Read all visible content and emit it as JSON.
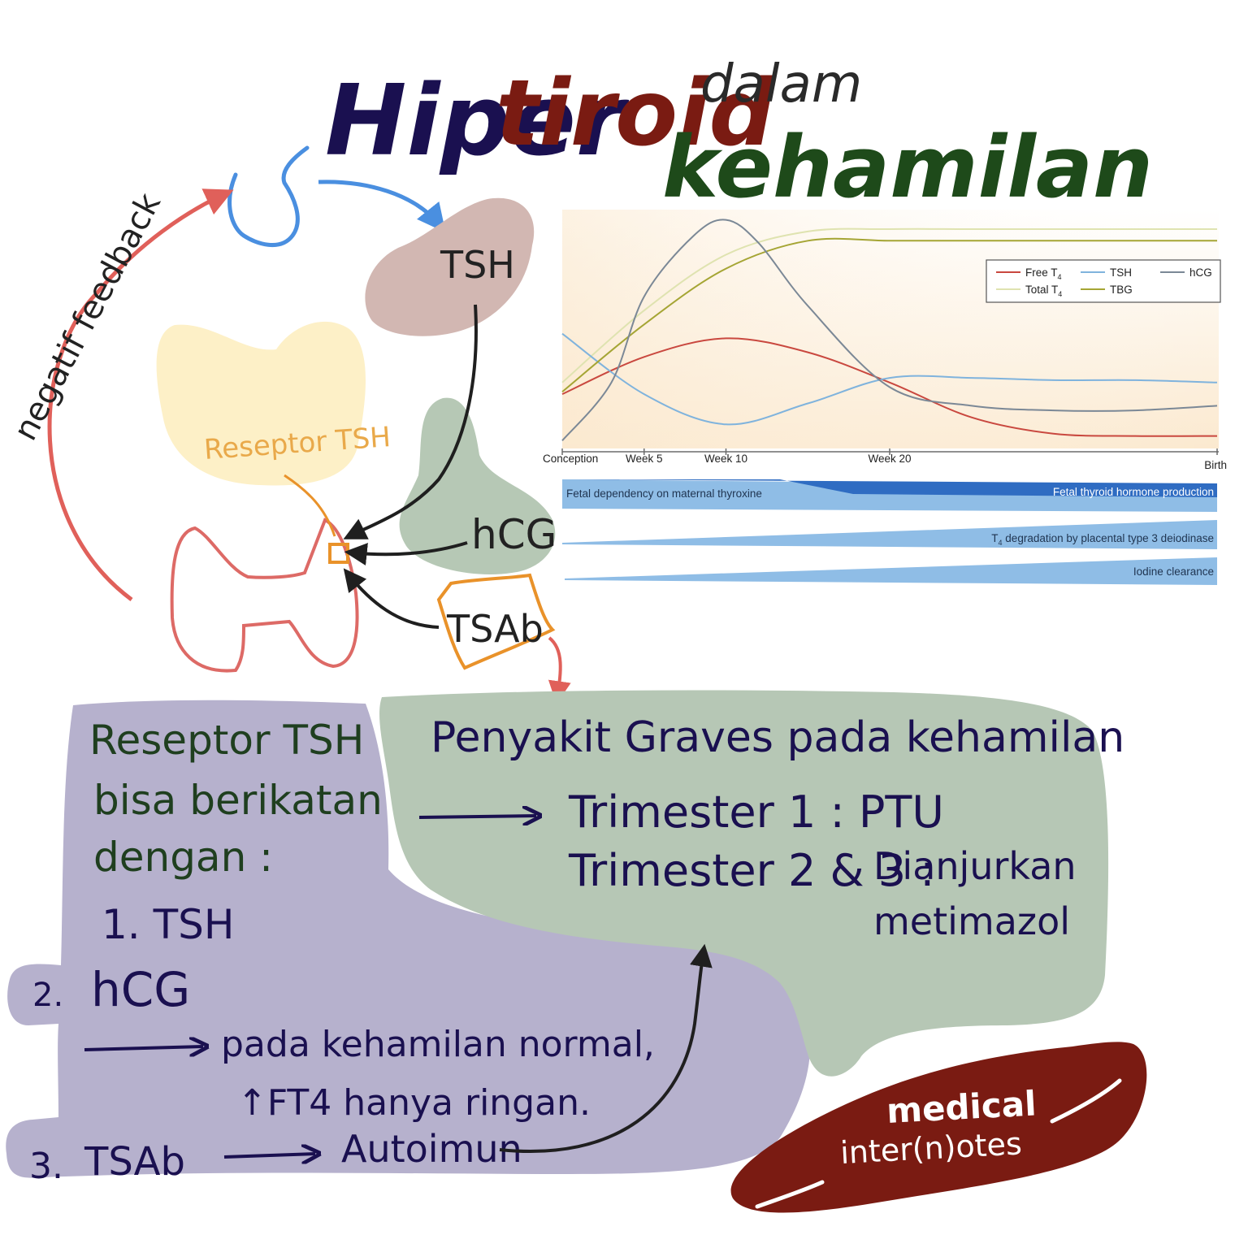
{
  "title": {
    "part1": "Hiper",
    "part2": "tiroid",
    "part3": "dalam",
    "part4": "kehamilan"
  },
  "colors": {
    "navy": "#1a1050",
    "maroon": "#7a1b12",
    "green_title": "#1e4a1a",
    "tsh_blob": "#d2b7b2",
    "hcg_blob": "#b6c8b5",
    "yellow_blob": "#fdf0c7",
    "purple_box": "#b6b1cd",
    "green_box": "#b6c7b5",
    "brand_red": "#7a1b12",
    "feedback_red": "#e0605a",
    "blue_arrow": "#4a8fe0",
    "orange": "#e9922a"
  },
  "diagram": {
    "feedback_label": "negatif feedback",
    "tsh_label": "TSH",
    "receptor_label": "Reseptor TSH",
    "hcg_label": "hCG",
    "tsab_label": "TSAb"
  },
  "left_note": {
    "line1": "Reseptor TSH",
    "line2": "bisa berikatan",
    "line3": "dengan :",
    "item1": "1. TSH",
    "item2_num": "2.",
    "item2": "hCG",
    "item2_note1": "pada kehamilan normal,",
    "item2_note2": "↑FT4  hanya ringan.",
    "item3_num": "3.",
    "item3": "TSAb",
    "item3_note": "Autoimun"
  },
  "right_note": {
    "heading": "Penyakit Graves pada kehamilan",
    "line1": "Trimester 1 : PTU",
    "line2": "Trimester 2 & 3 :",
    "line2b": "Dianjurkan",
    "line3": "metimazol"
  },
  "brand": {
    "line1": "medical",
    "line2": "inter(n)otes"
  },
  "chart_data": {
    "type": "line",
    "title": "",
    "xlabel": "",
    "ylabel": "",
    "x_ticks": [
      "Conception",
      "Week 5",
      "Week 10",
      "Week 20",
      "Birth"
    ],
    "x_tick_weeks": [
      0,
      5,
      10,
      20,
      40
    ],
    "xlim": [
      0,
      40
    ],
    "ylim": [
      0,
      1
    ],
    "grid": false,
    "legend_position": "top-right",
    "series": [
      {
        "name": "Free T",
        "sub": "4",
        "color": "#c9483f",
        "x": [
          0,
          5,
          10,
          15,
          20,
          25,
          30,
          35,
          40
        ],
        "y": [
          0.22,
          0.38,
          0.46,
          0.4,
          0.27,
          0.12,
          0.05,
          0.04,
          0.04
        ]
      },
      {
        "name": "Total T",
        "sub": "4",
        "color": "#dfe3b0",
        "x": [
          0,
          5,
          10,
          15,
          20,
          25,
          30,
          35,
          40
        ],
        "y": [
          0.27,
          0.58,
          0.82,
          0.92,
          0.93,
          0.93,
          0.93,
          0.93,
          0.93
        ]
      },
      {
        "name": "TSH",
        "color": "#7fb3dd",
        "x": [
          0,
          5,
          10,
          15,
          20,
          25,
          30,
          35,
          40
        ],
        "y": [
          0.48,
          0.22,
          0.09,
          0.18,
          0.29,
          0.29,
          0.28,
          0.28,
          0.27
        ]
      },
      {
        "name": "TBG",
        "color": "#a5a534",
        "x": [
          0,
          5,
          10,
          15,
          20,
          25,
          30,
          35,
          40
        ],
        "y": [
          0.23,
          0.52,
          0.76,
          0.88,
          0.88,
          0.88,
          0.88,
          0.88,
          0.88
        ]
      },
      {
        "name": "hCG",
        "color": "#7b8896",
        "x": [
          0,
          3,
          5,
          8,
          10,
          12,
          15,
          20,
          25,
          30,
          35,
          40
        ],
        "y": [
          0.02,
          0.27,
          0.64,
          0.9,
          0.97,
          0.87,
          0.6,
          0.25,
          0.17,
          0.15,
          0.15,
          0.17
        ]
      }
    ],
    "bands": [
      {
        "left_label": "Fetal dependency on maternal thyroxine",
        "right_label": "Fetal thyroid hormone production"
      },
      {
        "label": "T degradation by placental type 3 deiodinase",
        "sub": "4"
      },
      {
        "label": "Iodine clearance"
      }
    ]
  }
}
